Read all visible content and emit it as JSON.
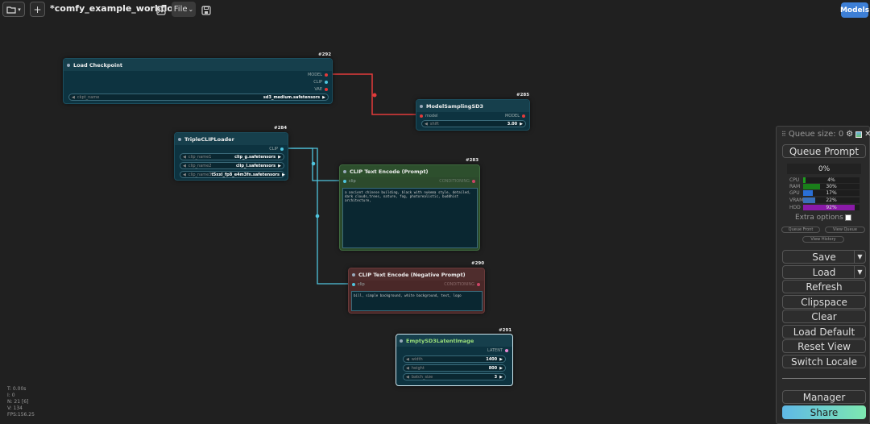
{
  "topbar": {
    "workflow_title": "*comfy_example_workflo...",
    "file_menu_label": "File",
    "models_label": "Models",
    "new_tab_glyph": "+"
  },
  "link_colors": {
    "model": "#e23b3b",
    "clip": "#4fc4dd"
  },
  "nodes": {
    "load_checkpoint": {
      "id": "#292",
      "title": "Load Checkpoint",
      "outputs": [
        "MODEL",
        "CLIP",
        "VAE"
      ],
      "widget": {
        "name": "ckpt_name",
        "value": "sd3_medium.safetensors"
      }
    },
    "model_sampling": {
      "id": "#285",
      "title": "ModelSamplingSD3",
      "input": "model",
      "output": "MODEL",
      "widget": {
        "name": "shift",
        "value": "3.00"
      }
    },
    "triple_clip": {
      "id": "#284",
      "title": "TripleCLIPLoader",
      "output": "CLIP",
      "widgets": [
        {
          "name": "clip_name1",
          "value": "clip_g.safetensors"
        },
        {
          "name": "clip_name2",
          "value": "clip_l.safetensors"
        },
        {
          "name": "clip_name3",
          "value": "t5xxl_fp8_e4m3fn.safetensors"
        }
      ]
    },
    "clip_pos": {
      "id": "#283",
      "title": "CLIP Text Encode (Prompt)",
      "input": "clip",
      "output": "CONDITIONING",
      "text": "a ancient chinese building, black with nukema style, detailed, dark clouds,trees, nature, fog, photorealistic, buddhist architecture,"
    },
    "clip_neg": {
      "id": "#290",
      "title": "CLIP Text Encode (Negative Prompt)",
      "input": "clip",
      "output": "CONDITIONING",
      "text": "bill, simple background, white background, text, logo"
    },
    "empty_latent": {
      "id": "#291",
      "title": "EmptySD3LatentImage",
      "output": "LATENT",
      "widgets": [
        {
          "name": "width",
          "value": "1400"
        },
        {
          "name": "height",
          "value": "800"
        },
        {
          "name": "batch_size",
          "value": "3"
        }
      ]
    }
  },
  "stats": [
    "T: 0.00s",
    "I: 0",
    "N: 21 [6]",
    "V: 134",
    "FPS:156.25"
  ],
  "panel": {
    "queue_size_label": "Queue size: 0",
    "queue_prompt": "Queue Prompt",
    "progress": "0%",
    "monitors": [
      {
        "label": "CPU",
        "percent": "4%",
        "value": 4,
        "color": "#1e9e1e"
      },
      {
        "label": "RAM",
        "percent": "30%",
        "value": 30,
        "color": "#1a7f1a"
      },
      {
        "label": "GPU",
        "percent": "17%",
        "value": 17,
        "color": "#2a6fd6"
      },
      {
        "label": "VRAM",
        "percent": "22%",
        "value": 22,
        "color": "#3a6fb8"
      },
      {
        "label": "HDD",
        "percent": "92%",
        "value": 92,
        "color": "#8a1aa8"
      }
    ],
    "extra_options": "Extra options",
    "queue_front": "Queue Front",
    "view_queue": "View Queue",
    "view_history": "View History",
    "save": "Save",
    "load": "Load",
    "refresh": "Refresh",
    "clipspace": "Clipspace",
    "clear": "Clear",
    "load_default": "Load Default",
    "reset_view": "Reset View",
    "switch_locale": "Switch Locale",
    "manager": "Manager",
    "share": "Share"
  }
}
